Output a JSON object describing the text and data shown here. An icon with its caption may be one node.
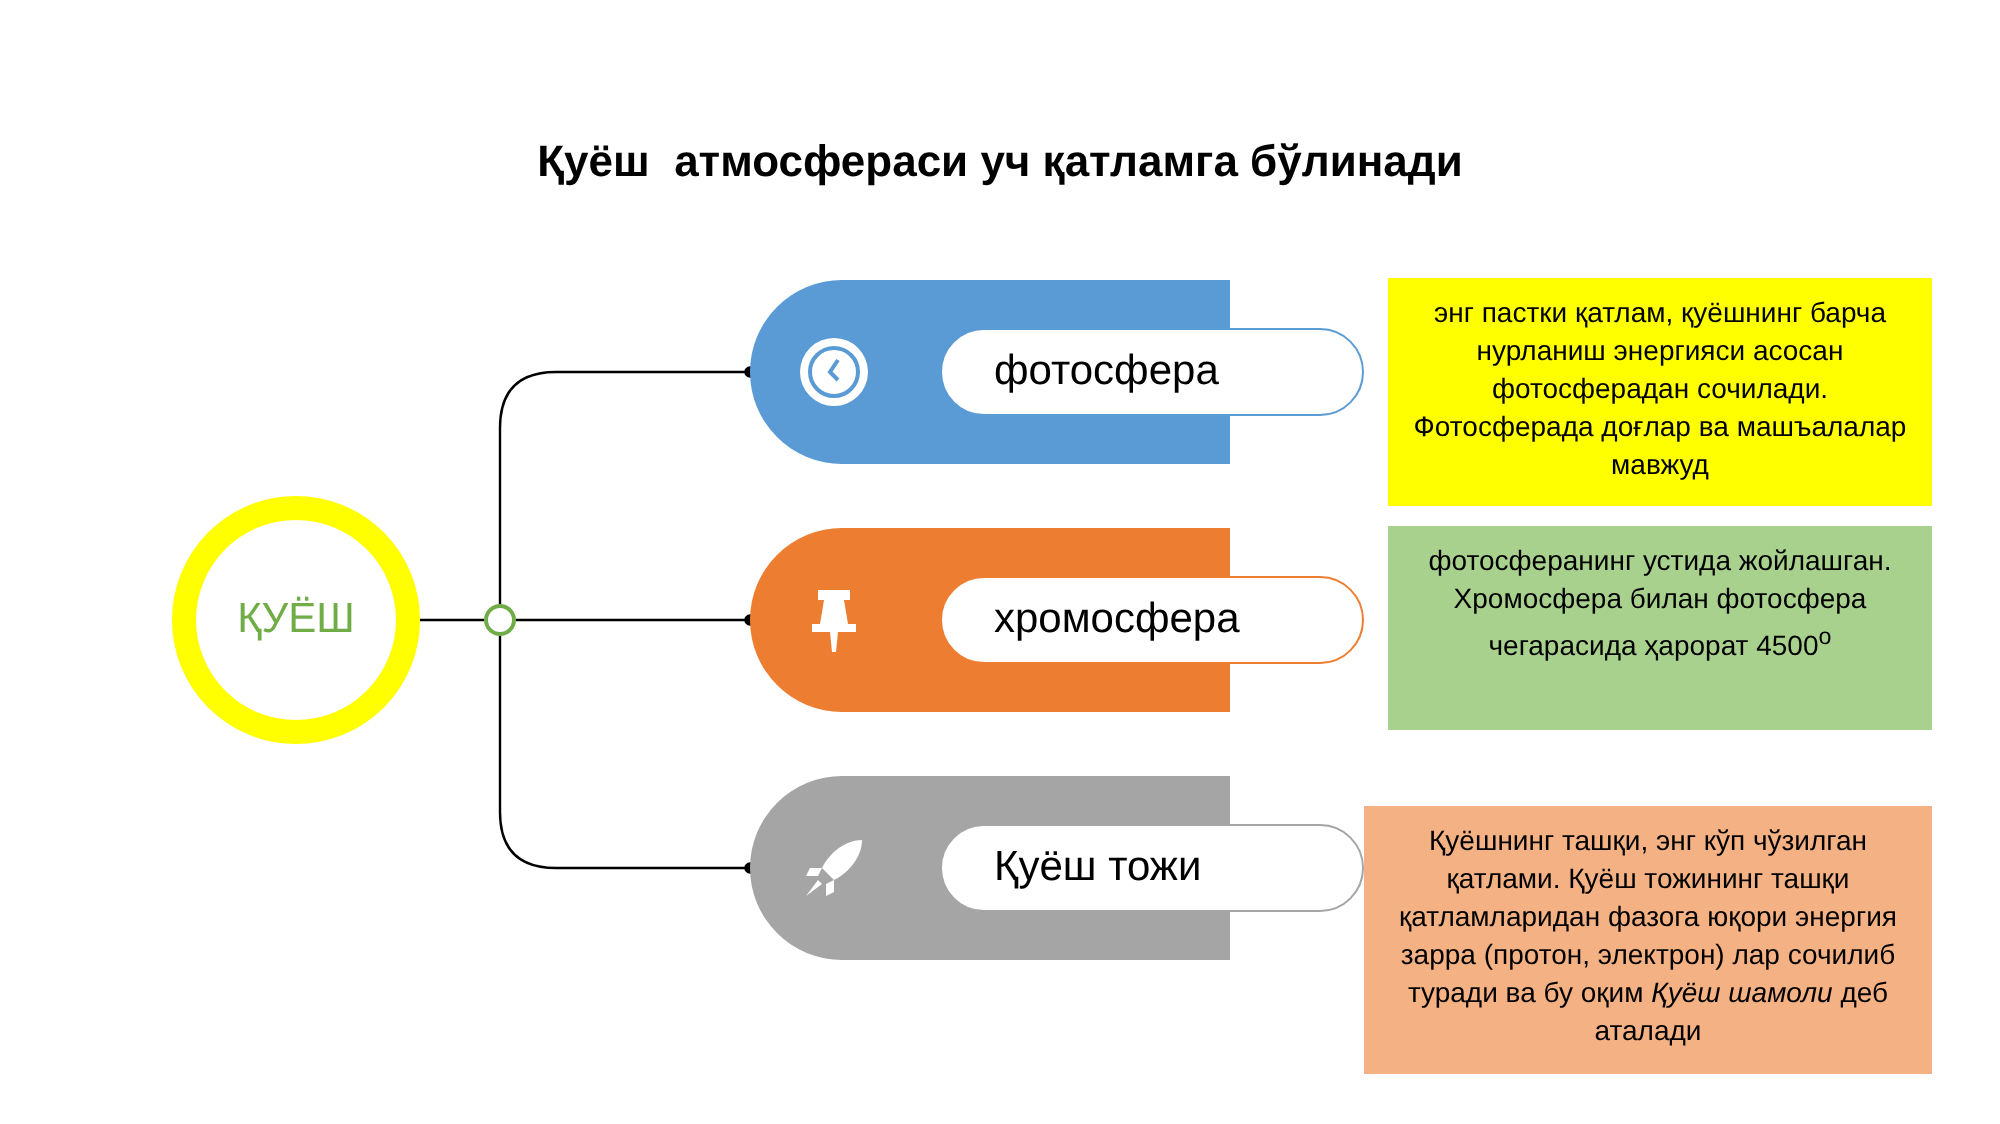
{
  "diagram": {
    "title": "Қуёш  атмосфераси уч қатламга бўлинади",
    "nodes": [
      {
        "text": [
          "ҚУЁШ"
        ]
      },
      {
        "text": [],
        "shape": "circle"
      },
      {
        "text": [
          "фотосфера"
        ]
      },
      {
        "text": [
          "энг пастки қатлам, қуёшнинг барча нурланиш энергияси асосан фотосферадан сочилади. Фотосферада доғлар ва машъалалар мавжуд"
        ]
      },
      {
        "text": [
          "хромосфера"
        ]
      },
      {
        "text": [
          "фотосферанинг устида жойлашган. Хромосфера билан фотосфера чегарасида ҳарорат 4500$^{o}$"
        ]
      },
      {
        "text": [
          "Қуёш тожи"
        ]
      },
      {
        "text": [
          "Қуёшнинг ташқи, энг кўп чўзилган қатлами. Қуёш тожининг ташқи қатламларидан фазога юқори энергия зарра (протон, электрон) лар сочилиб туради ва бу оқим *Қуёш шамоли* деб аталади"
        ]
      }
    ],
    "edges": [
      {
        "from": 0,
        "to": 1,
        "arrow": "none"
      },
      {
        "from": 1,
        "to": 2,
        "arrow": "other"
      },
      {
        "from": 1,
        "to": 4,
        "arrow": "other"
      },
      {
        "from": 1,
        "to": 6,
        "arrow": "other"
      }
    ]
  }
}
